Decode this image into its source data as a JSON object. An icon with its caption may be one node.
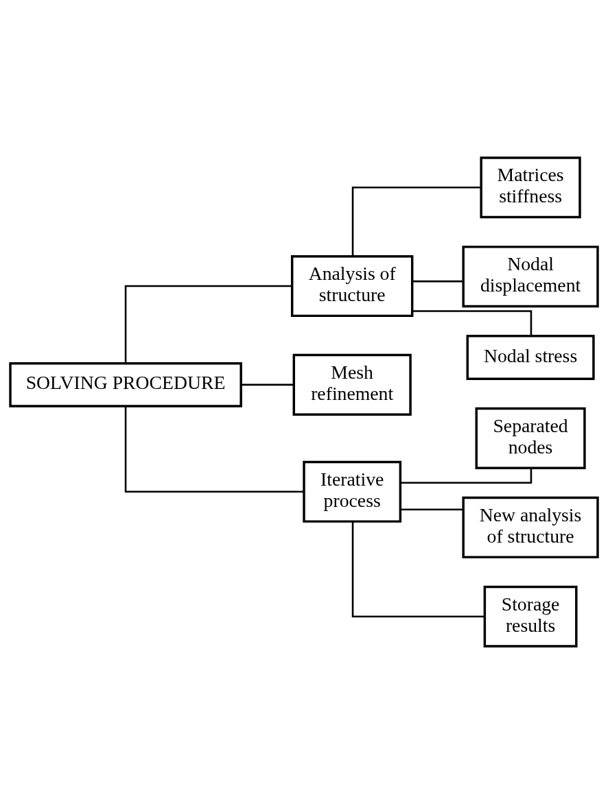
{
  "diagram": {
    "nodes": [
      {
        "text": [
          "SOLVING PROCEDURE"
        ]
      },
      {
        "text": [
          "Analysis of structure"
        ]
      },
      {
        "text": [
          "Matrices stiffness"
        ]
      },
      {
        "text": [
          "Nodal displacement"
        ]
      },
      {
        "text": [
          "Nodal stress"
        ]
      },
      {
        "text": [
          "Mesh refinement"
        ]
      },
      {
        "text": [
          "Iterative process"
        ]
      },
      {
        "text": [
          "Separated nodes"
        ]
      },
      {
        "text": [
          "New analysis of structure"
        ]
      },
      {
        "text": [
          "Storage results"
        ]
      }
    ],
    "edges": [
      {
        "from": 0,
        "to": 1,
        "arrow": "none"
      },
      {
        "from": 1,
        "to": 2,
        "arrow": "none"
      },
      {
        "from": 1,
        "to": 3,
        "arrow": "none"
      },
      {
        "from": 1,
        "to": 4,
        "arrow": "none"
      },
      {
        "from": 0,
        "to": 5,
        "arrow": "none"
      },
      {
        "from": 0,
        "to": 6,
        "arrow": "none"
      },
      {
        "from": 6,
        "to": 7,
        "arrow": "none"
      },
      {
        "from": 6,
        "to": 8,
        "arrow": "none"
      },
      {
        "from": 6,
        "to": 9,
        "arrow": "none"
      }
    ]
  }
}
